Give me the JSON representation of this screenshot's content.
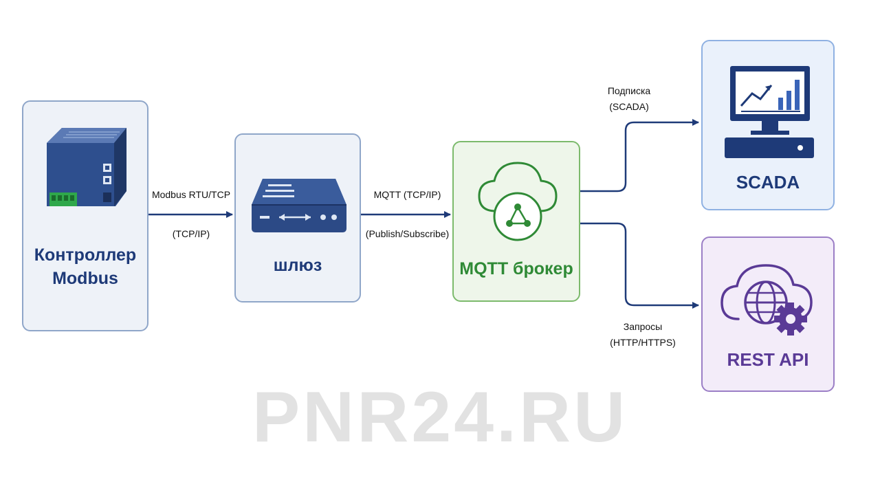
{
  "nodes": {
    "controller": {
      "title": "Контроллер\nModbus",
      "icon": "plc-controller-icon"
    },
    "gateway": {
      "title": "шлюз",
      "icon": "gateway-router-icon"
    },
    "broker": {
      "title": "MQTT брокер",
      "icon": "cloud-network-icon"
    },
    "scada": {
      "title": "SCADA",
      "icon": "monitor-chart-icon"
    },
    "rest_api": {
      "title": "REST API",
      "icon": "cloud-globe-gear-icon"
    }
  },
  "edges": {
    "controller_gateway": {
      "line1": "Modbus RTU/TCP",
      "line2": "(TCP/IP)"
    },
    "gateway_broker": {
      "line1": "MQTT (TCP/IP)",
      "line2": "(Publish/Subscribe)"
    },
    "broker_scada": {
      "line1": "Подписка",
      "line2": "(SCADA)"
    },
    "broker_rest": {
      "line1": "Запросы",
      "line2": "(HTTP/HTTPS)"
    }
  },
  "watermark": "PNR24.RU",
  "colors": {
    "navy": "#1e3a78",
    "green": "#2f8a36",
    "purple": "#5a3a96",
    "arrow": "#1e3a78"
  }
}
